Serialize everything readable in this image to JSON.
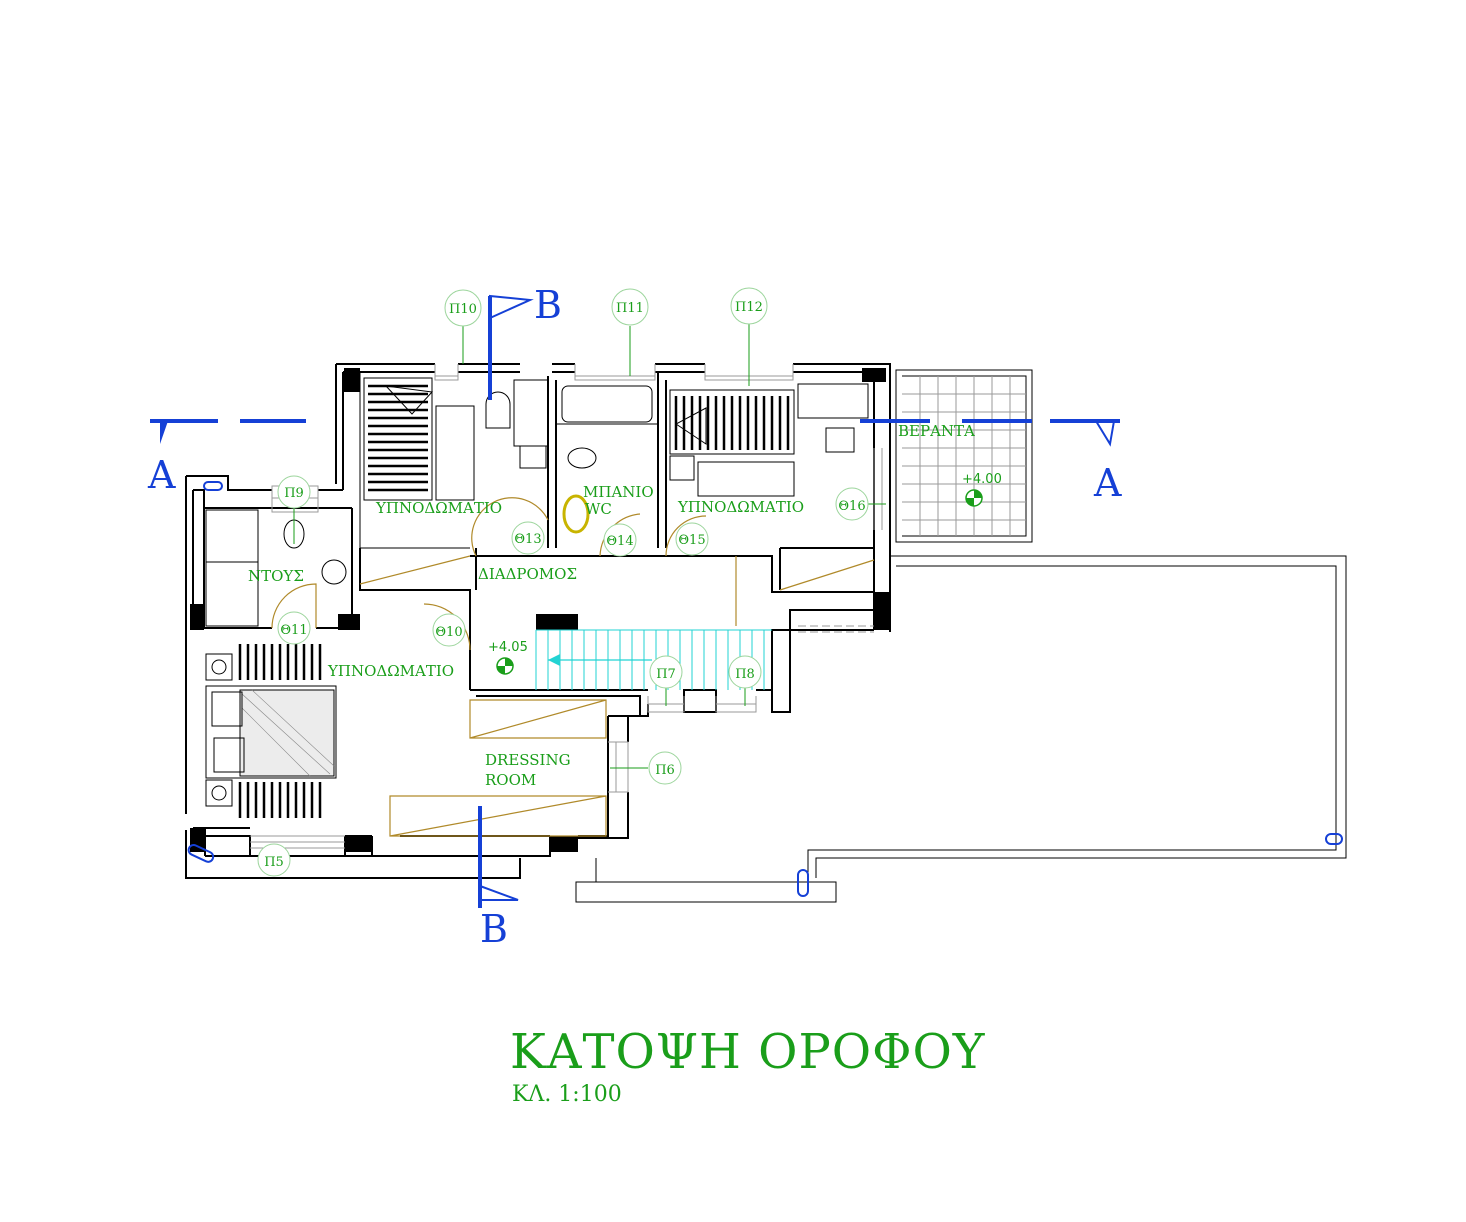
{
  "drawing": {
    "title": "ΚΑΤΟΨΗ ΟΡΟΦΟΥ",
    "scale": "ΚΛ. 1:100"
  },
  "rooms": {
    "bedroom_nw": "ΥΠΝΟΔΩΜΑΤΙΟ",
    "bedroom_ne": "ΥΠΝΟΔΩΜΑΤΙΟ",
    "bedroom_sw": "ΥΠΝΟΔΩΜΑΤΙΟ",
    "bath_line1": "ΜΠΑΝΙΟ",
    "bath_line2": "WC",
    "shower": "ΝΤΟΥΣ",
    "corridor": "ΔΙΑΔΡΟΜΟΣ",
    "veranda": "ΒΕΡΑΝΤΑ",
    "dressing_line1": "DRESSING",
    "dressing_line2": "ROOM"
  },
  "windows": {
    "p5": "Π5",
    "p6": "Π6",
    "p7": "Π7",
    "p8": "Π8",
    "p9": "Π9",
    "p10": "Π10",
    "p11": "Π11",
    "p12": "Π12"
  },
  "doors": {
    "t10": "Θ10",
    "t11": "Θ11",
    "t13": "Θ13",
    "t14": "Θ14",
    "t15": "Θ15",
    "t16": "Θ16"
  },
  "levels": {
    "veranda": "+4.00",
    "corridor": "+4.05"
  },
  "sections": {
    "a_left": "A",
    "a_right": "A",
    "b_top": "B",
    "b_bottom": "B"
  },
  "colors": {
    "labels": "#1a9e1a",
    "section_marks": "#1540d6",
    "doors": "#b08a2a",
    "stair": "#22d3d3"
  }
}
